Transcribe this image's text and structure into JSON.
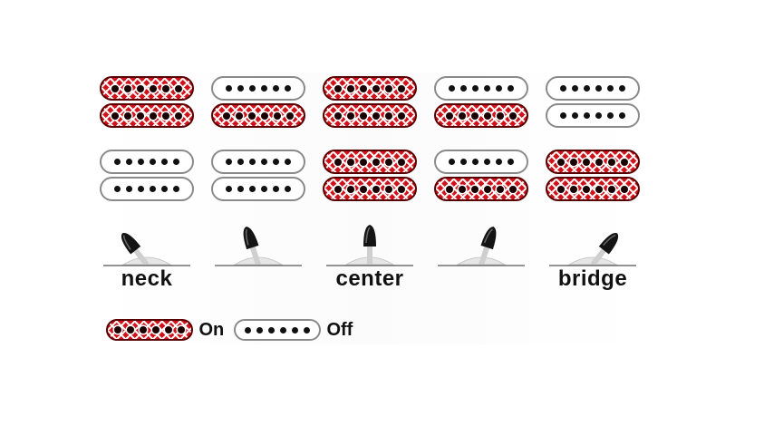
{
  "positions": [
    {
      "label": "neck",
      "bridge_pickup": {
        "top": "on",
        "bottom": "on"
      },
      "neck_pickup": {
        "top": "off",
        "bottom": "off"
      },
      "lever": "neck"
    },
    {
      "label": "",
      "bridge_pickup": {
        "top": "off",
        "bottom": "on"
      },
      "neck_pickup": {
        "top": "off",
        "bottom": "off"
      },
      "lever": "neck-mid"
    },
    {
      "label": "center",
      "bridge_pickup": {
        "top": "on",
        "bottom": "on"
      },
      "neck_pickup": {
        "top": "on",
        "bottom": "on"
      },
      "lever": "center"
    },
    {
      "label": "",
      "bridge_pickup": {
        "top": "off",
        "bottom": "on"
      },
      "neck_pickup": {
        "top": "off",
        "bottom": "on"
      },
      "lever": "mid-bridge"
    },
    {
      "label": "bridge",
      "bridge_pickup": {
        "top": "off",
        "bottom": "off"
      },
      "neck_pickup": {
        "top": "on",
        "bottom": "on"
      },
      "lever": "bridge"
    }
  ],
  "legend": {
    "on_label": "On",
    "off_label": "Off"
  },
  "colors": {
    "on_red": "#d1121b",
    "lever_black": "#111111"
  }
}
